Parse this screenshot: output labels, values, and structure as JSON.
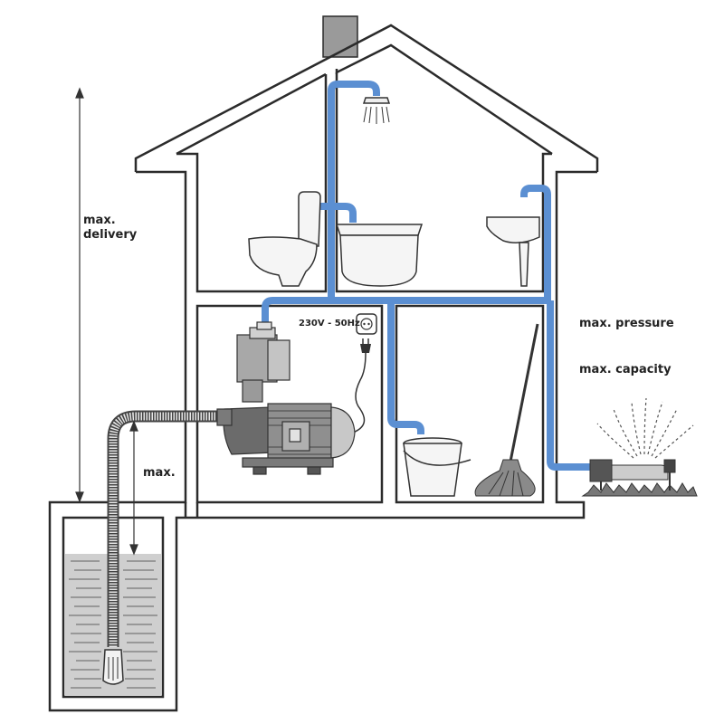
{
  "labels": {
    "max_delivery_line1": "max.",
    "max_delivery_line2": "delivery",
    "max_suction": "max.",
    "max_pressure": "max. pressure",
    "max_capacity": "max. capacity",
    "power_supply": "230V - 50Hz"
  },
  "colors": {
    "pipe": "#5b8fd2",
    "wall": "#2b2b2b",
    "water": "#cfcfcf",
    "water_lines": "#777777",
    "pump_body": "#8a8a8a",
    "pump_dark": "#5f5f5f"
  },
  "icons": [
    "house-outline",
    "shower-head-icon",
    "toilet-icon",
    "bathtub-icon",
    "sink-icon",
    "pump-icon",
    "power-socket-icon",
    "plug-icon",
    "bucket-icon",
    "mop-icon",
    "sprinkler-icon",
    "well-icon",
    "suction-filter-icon"
  ]
}
